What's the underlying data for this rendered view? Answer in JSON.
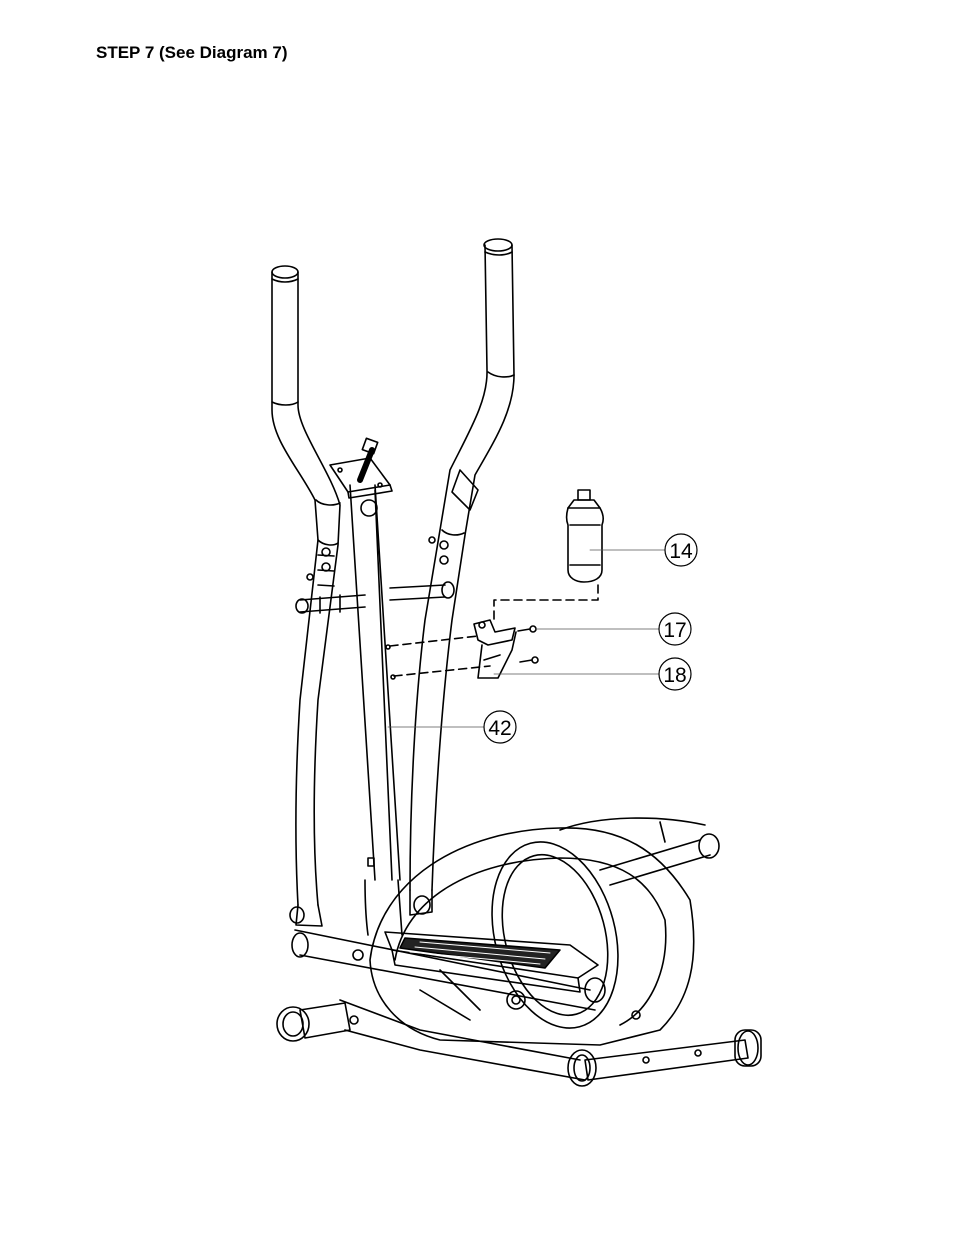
{
  "page": {
    "step_title": "STEP 7 (See Diagram 7)"
  },
  "diagram": {
    "callouts": [
      {
        "id": "bottle",
        "label": "14"
      },
      {
        "id": "holder",
        "label": "17"
      },
      {
        "id": "screws",
        "label": "18"
      },
      {
        "id": "frame",
        "label": "42"
      }
    ],
    "colors": {
      "line": "#000000",
      "tread": "#222222",
      "background": "#ffffff"
    }
  }
}
